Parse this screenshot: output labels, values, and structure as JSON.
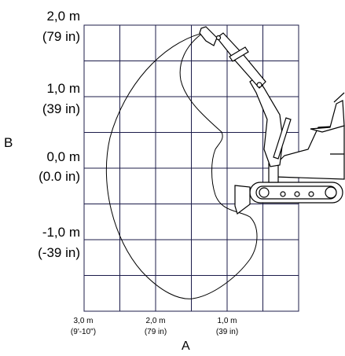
{
  "axis_b": "B",
  "axis_a": "A",
  "y_ticks": [
    {
      "value": "2,0 m",
      "inches": "(79 in)"
    },
    {
      "value": "1,0 m",
      "inches": "(39 in)"
    },
    {
      "value": "0,0 m",
      "inches": "(0.0 in)"
    },
    {
      "value": "-1,0 m",
      "inches": "(-39 in)"
    }
  ],
  "x_ticks": [
    {
      "value": "3,0 m",
      "inches": "(9'-10\")"
    },
    {
      "value": "2,0 m",
      "inches": "(79 in)"
    },
    {
      "value": "1,0 m",
      "inches": "(39 in)"
    }
  ],
  "colors": {
    "grid": "#1c1c4a",
    "line": "#000000"
  }
}
